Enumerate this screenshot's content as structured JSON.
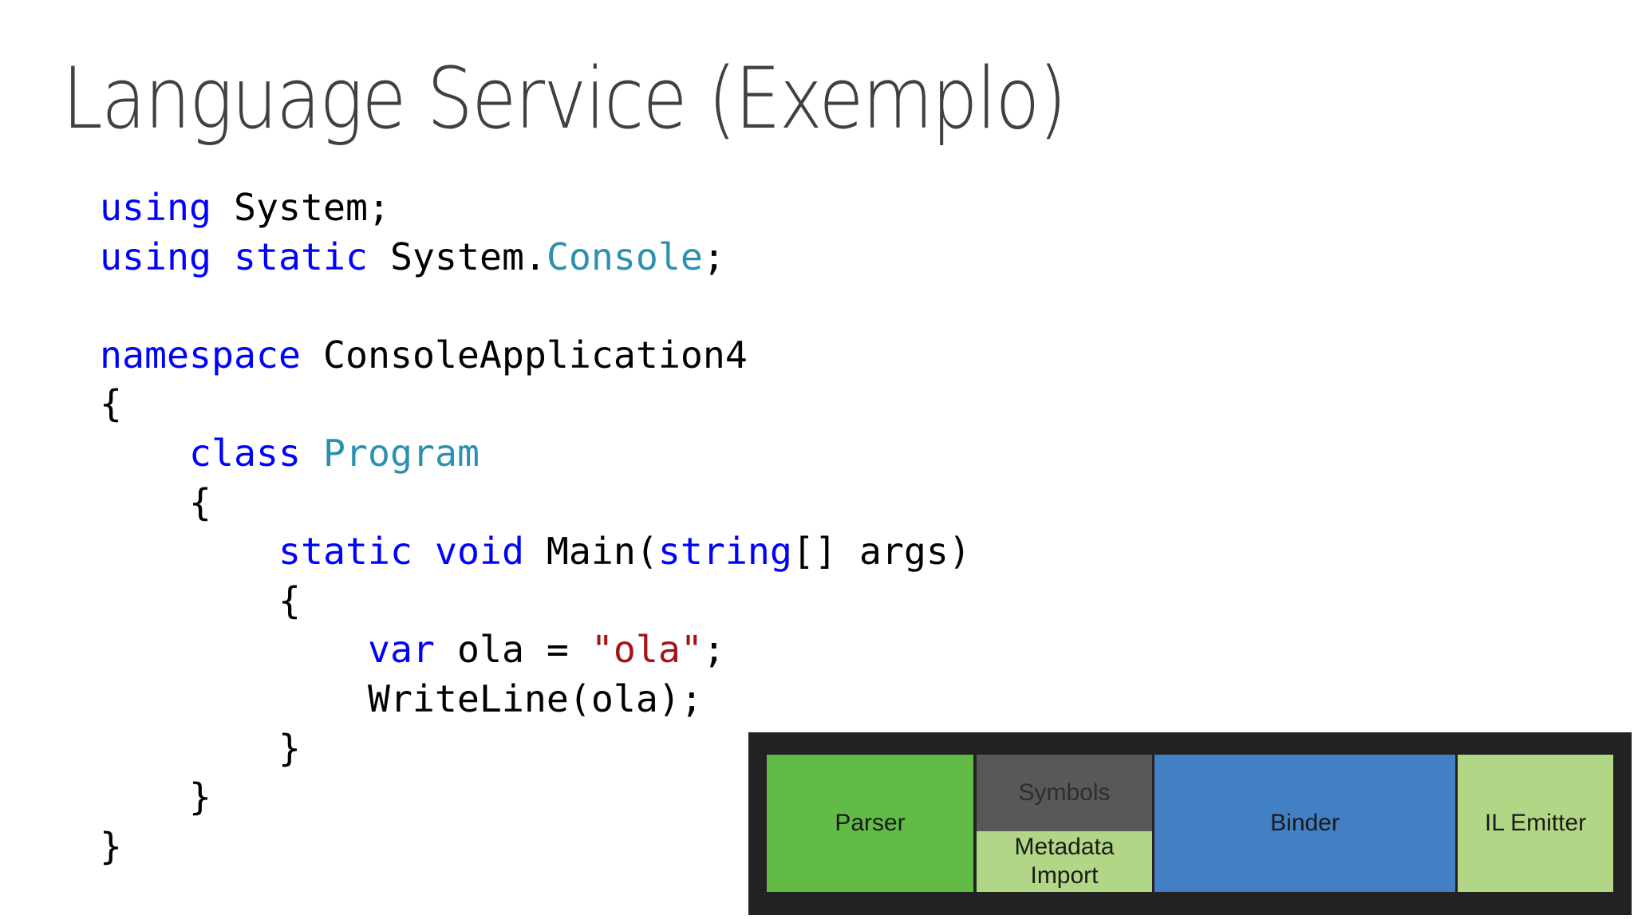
{
  "slide": {
    "title": "Language Service (Exemplo)"
  },
  "code": {
    "lines": [
      [
        {
          "t": "using",
          "c": "kw"
        },
        {
          "t": " System;"
        }
      ],
      [
        {
          "t": "using",
          "c": "kw"
        },
        {
          "t": " "
        },
        {
          "t": "static",
          "c": "kw"
        },
        {
          "t": " System."
        },
        {
          "t": "Console",
          "c": "ty"
        },
        {
          "t": ";"
        }
      ],
      [],
      [
        {
          "t": "namespace",
          "c": "kw"
        },
        {
          "t": " ConsoleApplication4"
        }
      ],
      [
        {
          "t": "{"
        }
      ],
      [
        {
          "t": "    "
        },
        {
          "t": "class",
          "c": "kw"
        },
        {
          "t": " "
        },
        {
          "t": "Program",
          "c": "ty"
        }
      ],
      [
        {
          "t": "    {"
        }
      ],
      [
        {
          "t": "        "
        },
        {
          "t": "static",
          "c": "kw"
        },
        {
          "t": " "
        },
        {
          "t": "void",
          "c": "kw"
        },
        {
          "t": " Main("
        },
        {
          "t": "string",
          "c": "kw"
        },
        {
          "t": "[] args)"
        }
      ],
      [
        {
          "t": "        {"
        }
      ],
      [
        {
          "t": "            "
        },
        {
          "t": "var",
          "c": "kw"
        },
        {
          "t": " ola = "
        },
        {
          "t": "\"ola\"",
          "c": "st"
        },
        {
          "t": ";"
        }
      ],
      [
        {
          "t": "            WriteLine(ola);"
        }
      ],
      [
        {
          "t": "        }"
        }
      ],
      [
        {
          "t": "    }"
        }
      ],
      [
        {
          "t": "}"
        }
      ]
    ],
    "colors": {
      "keyword": "#0000ff",
      "type": "#2b91af",
      "string": "#a31515"
    }
  },
  "diagram": {
    "parser": "Parser",
    "symbols": "Symbols",
    "metadata_import": "Metadata Import",
    "binder": "Binder",
    "il_emitter": "IL Emitter",
    "colors": {
      "parser": "#62bb46",
      "symbols": "#58575a",
      "metadata": "#b1d786",
      "binder": "#437fc4",
      "emitter": "#b1d786",
      "frame": "#222222"
    }
  }
}
